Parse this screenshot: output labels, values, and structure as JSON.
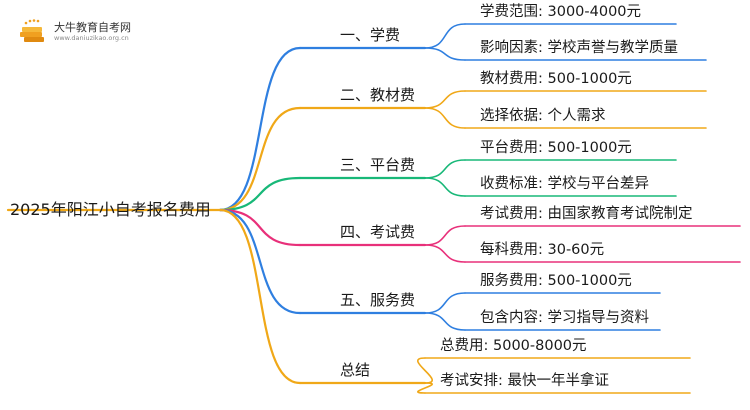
{
  "logo": {
    "name": "大牛教育自考网",
    "url": "www.daniuzikao.org.cn",
    "icon": "book-stack-icon",
    "color": "#f0a020"
  },
  "root": {
    "label": "2025年阳江小自考报名费用"
  },
  "branches": [
    {
      "label": "一、学费",
      "color": "#2f7fe0",
      "leaves": [
        "学费范围: 3000-4000元",
        "影响因素: 学校声誉与教学质量"
      ]
    },
    {
      "label": "二、教材费",
      "color": "#f0a818",
      "leaves": [
        "教材费用: 500-1000元",
        "选择依据: 个人需求"
      ]
    },
    {
      "label": "三、平台费",
      "color": "#18b878",
      "leaves": [
        "平台费用: 500-1000元",
        "收费标准: 学校与平台差异"
      ]
    },
    {
      "label": "四、考试费",
      "color": "#e8307a",
      "leaves": [
        "考试费用: 由国家教育考试院制定",
        "每科费用: 30-60元"
      ]
    },
    {
      "label": "五、服务费",
      "color": "#2f7fe0",
      "leaves": [
        "服务费用: 500-1000元",
        "包含内容: 学习指导与资料"
      ]
    },
    {
      "label": "总结",
      "color": "#f0a818",
      "leaves": [
        "总费用: 5000-8000元",
        "考试安排: 最快一年半拿证"
      ]
    }
  ]
}
